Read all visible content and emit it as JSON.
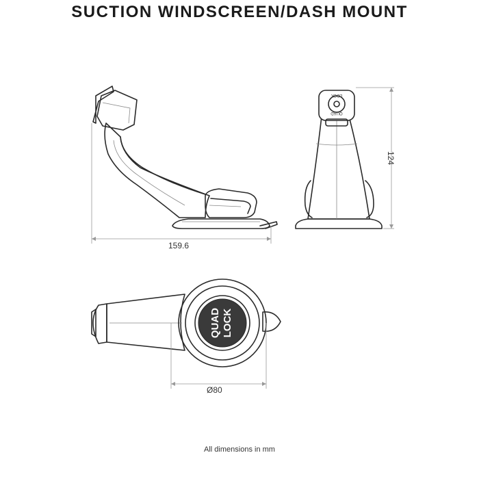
{
  "header": {
    "title": "SUCTION WINDSCREEN/DASH MOUNT"
  },
  "dimensions": {
    "width": "159.6",
    "height": "124",
    "diameter": "Ø80"
  },
  "footer": {
    "note": "All dimensions in mm"
  },
  "logo": {
    "line1": "QUAD",
    "line2": "LOCK"
  },
  "colors": {
    "line": "#2a2a2a",
    "dimension": "#999999",
    "logo_fill": "#3a3a3a"
  }
}
